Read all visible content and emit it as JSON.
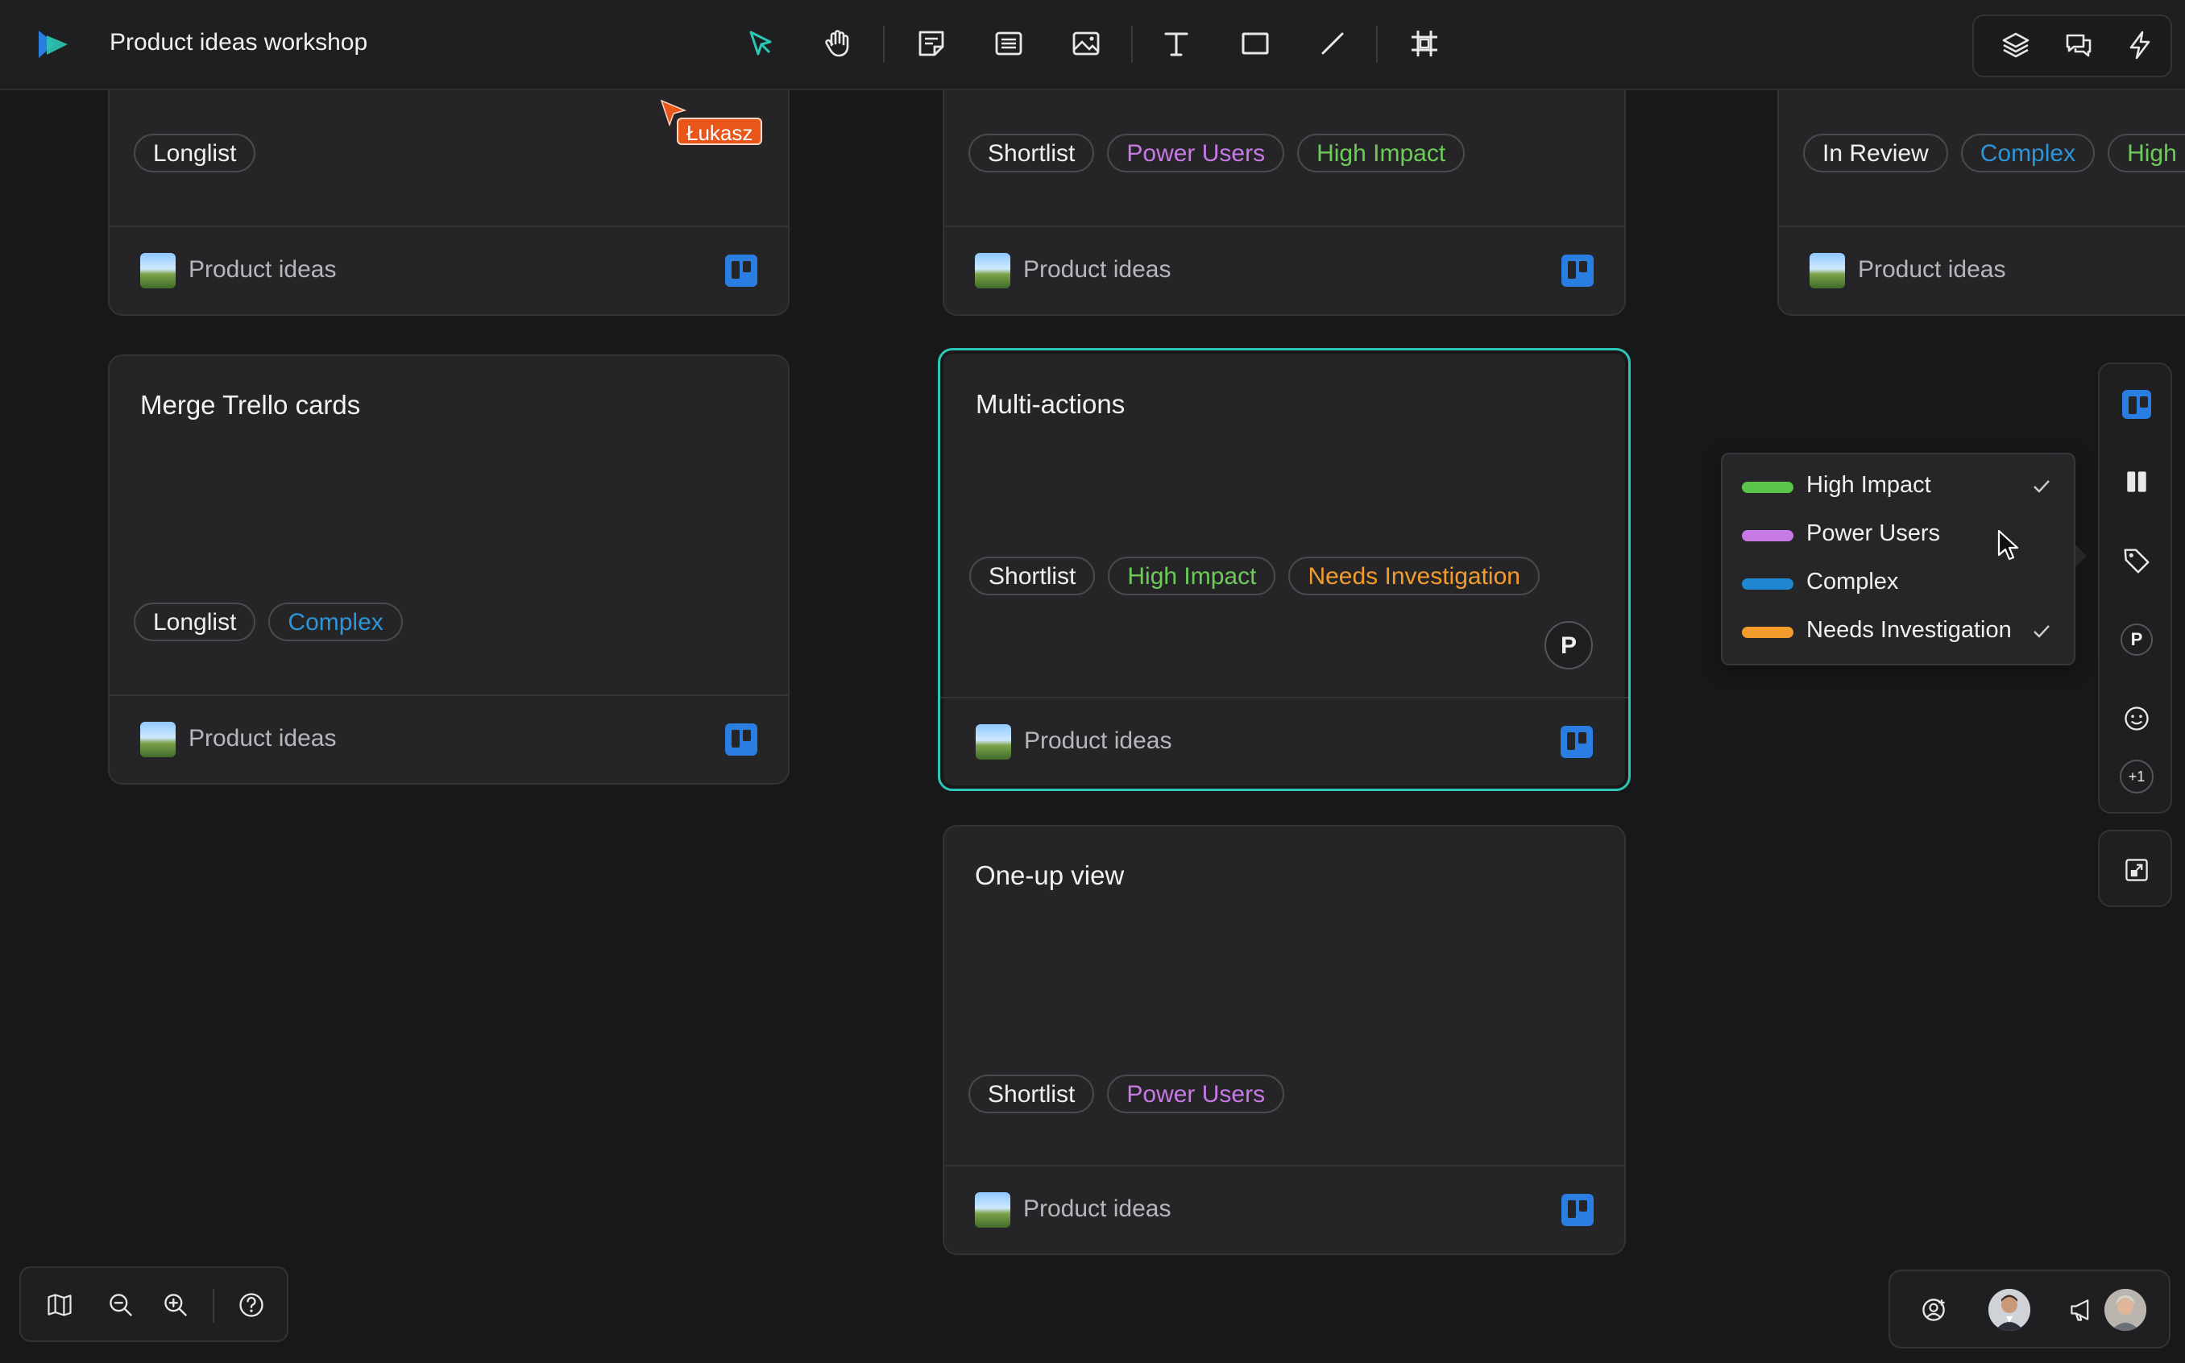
{
  "header": {
    "title": "Product ideas workshop"
  },
  "collaborator": {
    "name": "Łukasz",
    "color": "#e8561a"
  },
  "cards": [
    {
      "id": "card-top-left",
      "title": "",
      "tags": [
        "Longlist"
      ],
      "footer": "Product ideas"
    },
    {
      "id": "card-top-middle",
      "title": "",
      "tags": [
        "Shortlist",
        "Power Users",
        "High Impact"
      ],
      "footer": "Product ideas"
    },
    {
      "id": "card-top-right",
      "title": "",
      "tags": [
        "In Review",
        "Complex",
        "High Impact"
      ],
      "footer": "Product ideas"
    },
    {
      "id": "card-merge",
      "title": "Merge Trello cards",
      "tags": [
        "Longlist",
        "Complex"
      ],
      "footer": "Product ideas"
    },
    {
      "id": "card-multi",
      "title": "Multi-actions",
      "tags": [
        "Shortlist",
        "High Impact",
        "Needs Investigation"
      ],
      "assignee": "P",
      "footer": "Product ideas"
    },
    {
      "id": "card-oneup",
      "title": "One-up view",
      "tags": [
        "Shortlist",
        "Power Users"
      ],
      "footer": "Product ideas"
    }
  ],
  "tag_menu": {
    "items": [
      {
        "label": "High Impact",
        "color": "#5cc44a",
        "checked": true
      },
      {
        "label": "Power Users",
        "color": "#c77ae6",
        "checked": false
      },
      {
        "label": "Complex",
        "color": "#1f86d1",
        "checked": false
      },
      {
        "label": "Needs Investigation",
        "color": "#f49c2b",
        "checked": true
      }
    ]
  },
  "side_toolbar": {
    "assignee_initial": "P",
    "more_count": "+1"
  },
  "colors": {
    "accent_selection": "#2cc7b4",
    "trello_blue": "#2a7de1",
    "select_tool": "#2cc7b4"
  }
}
